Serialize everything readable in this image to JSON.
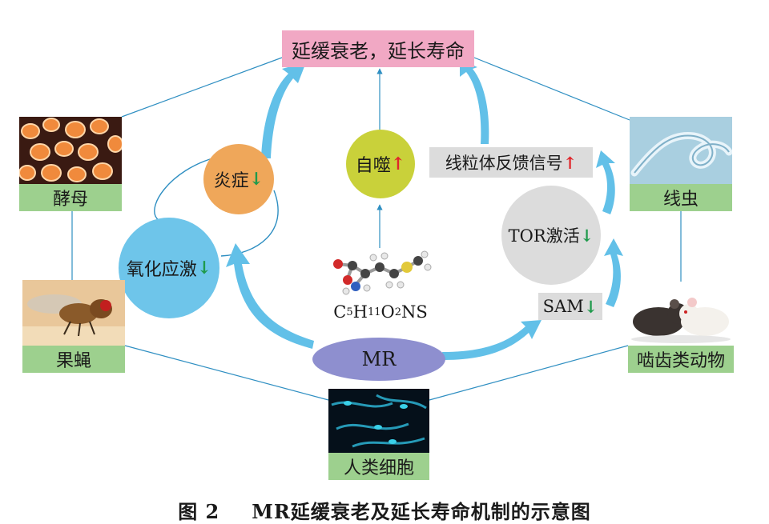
{
  "title": "延缓衰老，延长寿命",
  "center": {
    "label": "MR",
    "formula": {
      "c": "C",
      "c_sub": "5",
      "h": "H",
      "h_sub": "11",
      "o": "O",
      "o_sub": "2",
      "rest": "NS"
    }
  },
  "nodes": {
    "autophagy": {
      "label": "自噬",
      "arrow": "↑"
    },
    "inflammation": {
      "label": "炎症",
      "arrow": "↓"
    },
    "oxidative_stress": {
      "label": "氧化应激",
      "arrow": "↓"
    },
    "mito_signal": {
      "label": "线粒体反馈信号",
      "arrow": "↑"
    },
    "tor": {
      "label": "TOR激活",
      "arrow": "↓"
    },
    "sam": {
      "label": "SAM",
      "arrow": "↓"
    }
  },
  "organisms": {
    "yeast": "酵母",
    "fruit_fly": "果蝇",
    "nematode": "线虫",
    "rodent": "啮齿类动物",
    "human_cell": "人类细胞"
  },
  "caption": {
    "fig_no": "图 2",
    "text": "MR延缓衰老及延长寿命机制的示意图"
  },
  "colors": {
    "title_bg": "#f1a8c4",
    "organism_label_bg": "#9dd08e",
    "signal_box_bg": "#dcdcdc",
    "mr_ellipse": "#8e8fcf",
    "autophagy": "#c9d13a",
    "inflammation": "#efa75a",
    "oxidative_stress": "#6ec5ea",
    "tor": "#dcdcdc",
    "arrow_blue": "#62c0e8",
    "line_blue": "#2f8fc2",
    "up_arrow": "#e0262b",
    "down_arrow": "#1f9a4c"
  }
}
